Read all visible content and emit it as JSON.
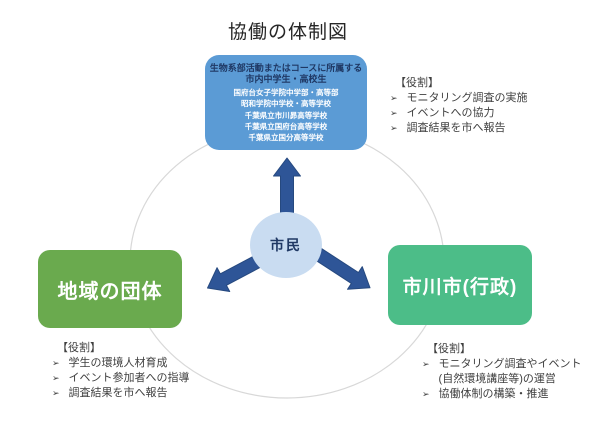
{
  "title": "協働の体制図",
  "bullet": "➢",
  "colors": {
    "title_text": "#262626",
    "blue_box": "#5b9bd5",
    "blue_box_header": "#1f3864",
    "school_text": "#ffffff",
    "arrow": "#2e5597",
    "arrow_outline": "#26497f",
    "center_circle": "#c9dcf1",
    "center_text": "#1f3864",
    "left_box": "#6aaa4e",
    "right_box": "#4cbd88",
    "ellipse_stroke": "#d8d8d8",
    "role_text": "#3f3f3f"
  },
  "center": {
    "label": "市民"
  },
  "top_box": {
    "header_line1": "生物系部活動またはコースに所属する",
    "header_line2": "市内中学生・高校生",
    "schools": [
      "国府台女子学院中学部・高等部",
      "昭和学院中学校・高等学校",
      "千葉県立市川昴高等学校",
      "千葉県立国府台高等学校",
      "千葉県立国分高等学校"
    ]
  },
  "left_box": {
    "label": "地域の団体"
  },
  "right_box": {
    "label": "市川市(行政)"
  },
  "roles": {
    "top_right": {
      "header": "【役割】",
      "items": [
        "モニタリング調査の実施",
        "イベントへの協力",
        "調査結果を市へ報告"
      ]
    },
    "bottom_left": {
      "header": "【役割】",
      "items": [
        "学生の環境人材育成",
        "イベント参加者への指導",
        "調査結果を市へ報告"
      ]
    },
    "bottom_right": {
      "header": "【役割】",
      "items": [
        "モニタリング調査やイベント\n(自然環境講座等)の運営",
        "協働体制の構築・推進"
      ]
    }
  }
}
